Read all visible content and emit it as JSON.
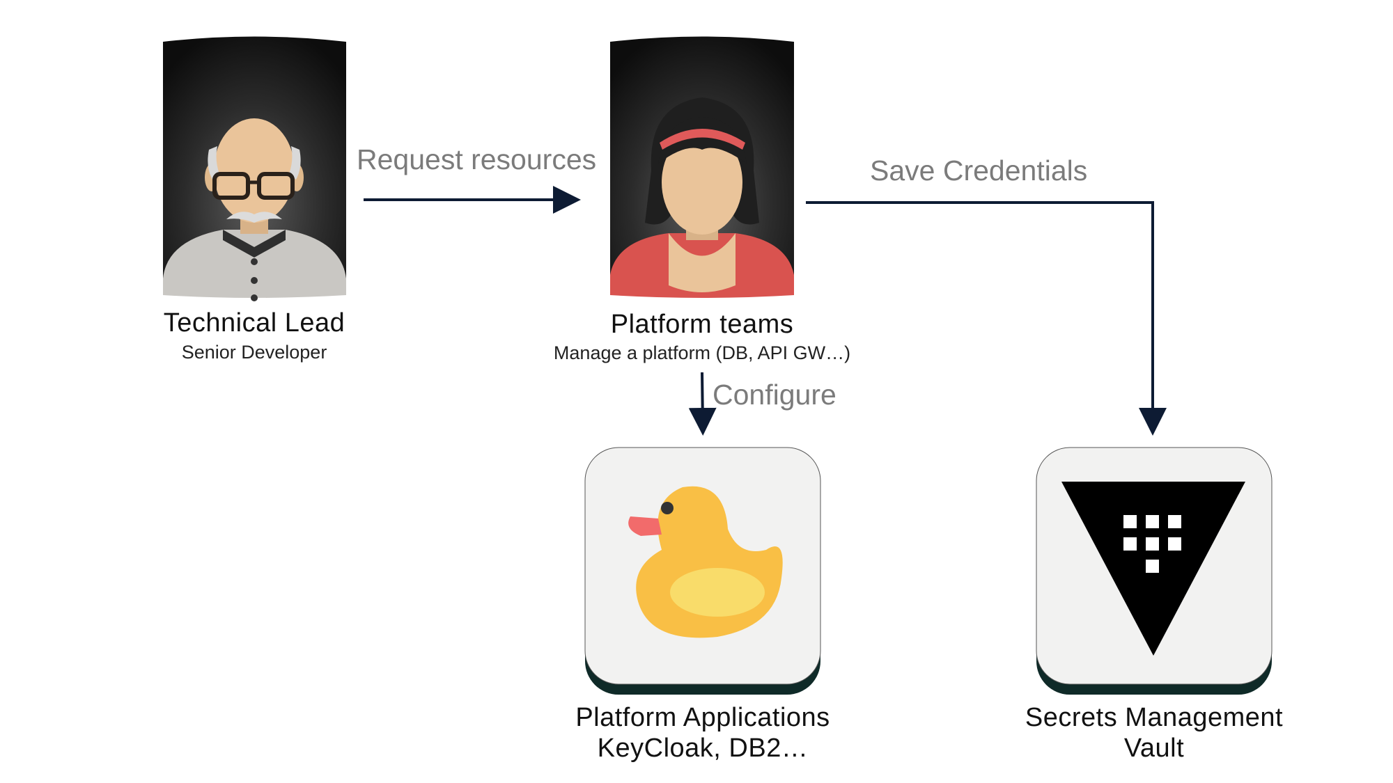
{
  "nodes": {
    "technical_lead": {
      "title": "Technical Lead",
      "subtitle": "Senior Developer",
      "icon": "elderly-man-avatar-icon"
    },
    "platform_teams": {
      "title": "Platform teams",
      "subtitle": "Manage a platform (DB, API GW…)",
      "icon": "woman-avatar-icon"
    },
    "platform_apps": {
      "line1": "Platform Applications",
      "line2": "KeyCloak, DB2…",
      "icon": "rubber-duck-icon"
    },
    "secrets": {
      "line1": "Secrets Management",
      "line2": "Vault",
      "icon": "vault-triangle-icon"
    }
  },
  "edges": {
    "request": "Request resources",
    "save": "Save Credentials",
    "configure": "Configure"
  },
  "colors": {
    "arrow": "#0d1b33",
    "card_bg": "#f2f2f1",
    "card_shadow": "#0f2a28",
    "duck": "#f9bf45",
    "duck_belly": "#f9dc6a",
    "beak": "#f26b6b",
    "skin": "#eac49a",
    "shirt_red": "#d9534f"
  }
}
